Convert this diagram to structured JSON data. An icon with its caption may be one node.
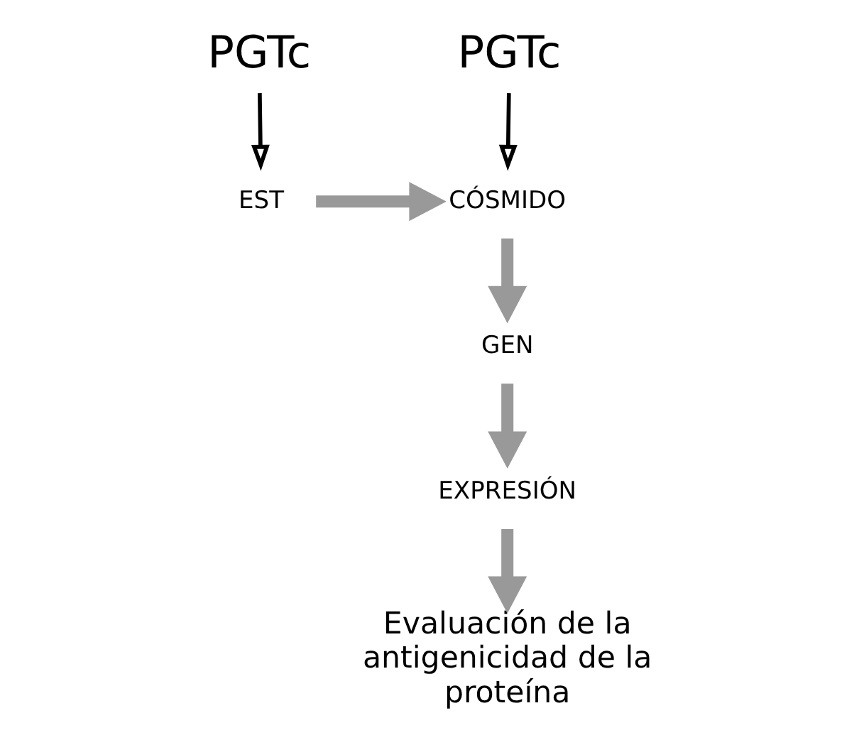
{
  "diagram": {
    "nodes": [
      {
        "text": [
          "PGTc"
        ]
      },
      {
        "text": [
          "PGTc"
        ]
      },
      {
        "text": [
          "EST"
        ]
      },
      {
        "text": [
          "CÓSMIDO"
        ]
      },
      {
        "text": [
          "GEN"
        ]
      },
      {
        "text": [
          "EXPRESIÓN"
        ]
      },
      {
        "text": [
          "Evaluación de la antigenicidad de la proteína"
        ]
      }
    ],
    "edges": [
      {
        "from": 0,
        "to": 2,
        "arrow": "to",
        "color": "#000000"
      },
      {
        "from": 1,
        "to": 3,
        "arrow": "to",
        "color": "#000000"
      },
      {
        "from": 2,
        "to": 3,
        "arrow": "to"
      },
      {
        "from": 3,
        "to": 4,
        "arrow": "to"
      },
      {
        "from": 4,
        "to": 5,
        "arrow": "to"
      },
      {
        "from": 5,
        "to": 6,
        "arrow": "to"
      }
    ]
  }
}
